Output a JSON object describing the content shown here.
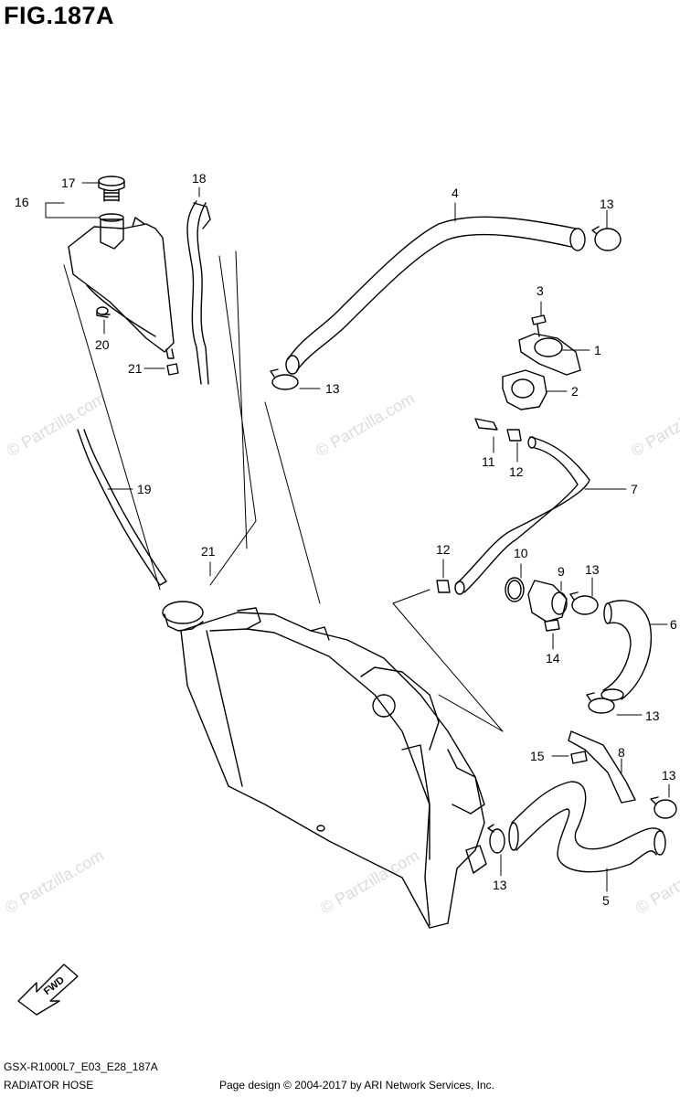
{
  "figure_title": "FIG.187A",
  "diagram_code": "GSX-R1000L7_E03_E28_187A",
  "diagram_name": "RADIATOR HOSE",
  "credit": "Page design © 2004-2017 by ARI Network Services, Inc.",
  "watermark": "© Partzilla.com",
  "fwd_label": "FWD",
  "callouts": [
    "1",
    "2",
    "3",
    "4",
    "5",
    "6",
    "7",
    "8",
    "9",
    "10",
    "11",
    "12",
    "12",
    "13",
    "13",
    "13",
    "13",
    "13",
    "13",
    "14",
    "15",
    "16",
    "17",
    "18",
    "19",
    "20",
    "21",
    "21"
  ]
}
